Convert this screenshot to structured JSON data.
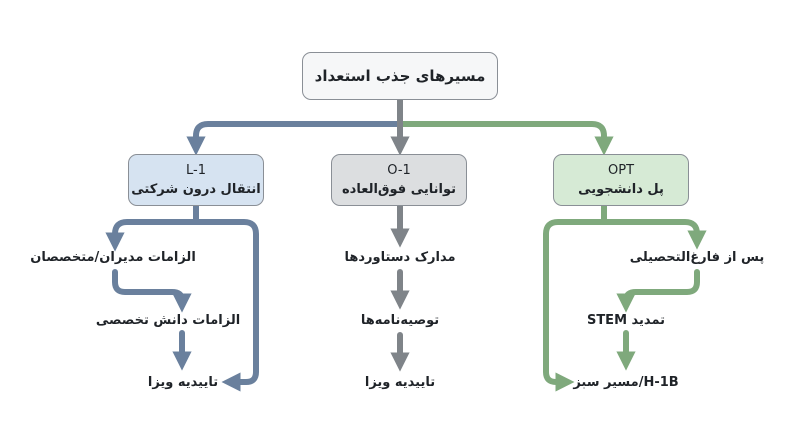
{
  "title": "مسیرهای جذب استعداد",
  "colors": {
    "blue": "#6a809d",
    "gray": "#7f8489",
    "green": "#7fa97c"
  },
  "categories": {
    "l1": {
      "code": "L-1",
      "name": "انتقال درون شرکتی"
    },
    "o1": {
      "code": "O-1",
      "name": "توانایی فوق‌العاده"
    },
    "opt": {
      "code": "OPT",
      "name": "پل دانشجویی"
    }
  },
  "l1_steps": [
    "الزامات مدیران/متخصصان",
    "الزامات دانش تخصصی",
    "تاییدیه ویزا"
  ],
  "o1_steps": [
    "مدارک دستاوردها",
    "توصیه‌نامه‌ها",
    "تاییدیه ویزا"
  ],
  "opt_steps": [
    "پس از فارغ‌التحصیلی",
    "تمدید STEM",
    "H-1B/مسیر سبز"
  ]
}
